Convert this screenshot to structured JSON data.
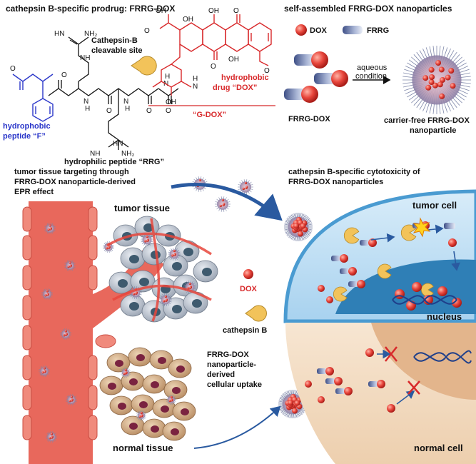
{
  "panels": {
    "prodrug": {
      "title": "cathepsin B-specific prodrug: FRRG-DOX",
      "cleavable_site": [
        "Cathepsin-B",
        "cleavable site"
      ],
      "hydrophobic_drug": [
        "hydrophobic",
        "drug “DOX”"
      ],
      "hydrophobic_peptide": [
        "hydrophobic",
        "peptide “F”"
      ],
      "hydrophilic_peptide": "hydrophilic peptide “RRG”",
      "g_dox": "“G-DOX”"
    },
    "self_assembly": {
      "title": "self-assembled FRRG-DOX nanoparticles",
      "legend_dox": "DOX",
      "legend_frrg": "FRRG",
      "arrow_label": [
        "aqueous",
        "condition"
      ],
      "monomer_label": "FRRG-DOX",
      "nanoparticle_label": [
        "carrier-free FRRG-DOX",
        "nanoparticle"
      ]
    },
    "targeting": {
      "title": [
        "tumor tissue targeting through",
        "FRRG-DOX nanoparticle-derived",
        "EPR effect"
      ],
      "tumor_tissue": "tumor tissue",
      "normal_tissue": "normal tissue",
      "dox_label": "DOX",
      "cathepsin_label": "cathepsin B",
      "uptake_label": [
        "FRRG-DOX",
        "nanoparticle-",
        "derived",
        "cellular uptake"
      ]
    },
    "cytotoxicity": {
      "title": [
        "cathepsin B-specific cytotoxicity of",
        "FRRG-DOX nanoparticles"
      ],
      "tumor_cell": "tumor  cell",
      "nucleus": "nucleus",
      "normal_cell": "normal cell"
    }
  },
  "structure_atoms": {
    "nh2_top": "NH₂",
    "hn_top": "HN",
    "nh_top": "NH",
    "h_1": "H",
    "n_1": "N",
    "h_2": "H",
    "n_2": "N",
    "h_3": "H",
    "n_3": "N",
    "h_4": "H",
    "n_4": "N",
    "o_1": "O",
    "o_2": "O",
    "o_3": "O",
    "o_4": "O",
    "o_5": "O",
    "oh_1": "OH",
    "oh_2": "OH",
    "oh_3": "OH",
    "oh_4": "OH",
    "oh_5": "OH",
    "o_6": "O",
    "o_7": "O",
    "o_8": "O",
    "o_methoxy": "O",
    "hn_bottom": "HN",
    "nh_bottom": "NH",
    "nh2_bottom": "NH₂"
  },
  "colors": {
    "dox_red": "#e8463c",
    "frrg_blue": "#5a6fa8",
    "vessel": "#e35a4f",
    "tumor_cell": "#b9c1cc",
    "normal_cell": "#c9a27c",
    "nucleus_blue": "#2f7fb6",
    "cathepsin_yellow": "#f2c35a",
    "peptide_blue": "#2a36c9",
    "drug_red": "#d8292b"
  },
  "icons": [
    "arrow-right-icon",
    "nanoparticle-icon",
    "cathepsin-pacman-icon",
    "dna-helix-icon",
    "cross-mark-icon",
    "starburst-icon"
  ]
}
